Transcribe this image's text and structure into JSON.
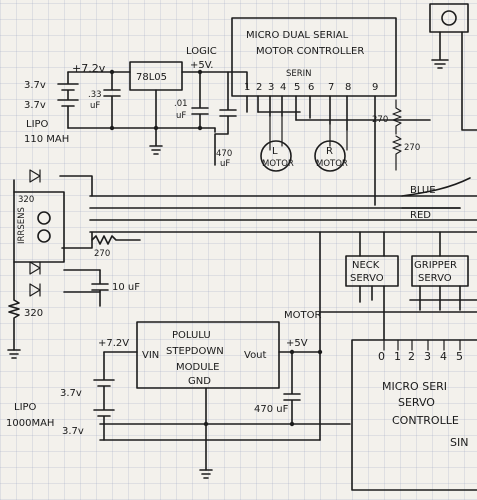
{
  "labels": {
    "battery1_cell1": "3.7v",
    "battery1_cell2": "3.7v",
    "battery1_voltage": "+7.2v",
    "battery1_type": "LIPO",
    "battery1_capacity": "110 MAH",
    "cap_33": ".33",
    "cap_33_unit": "uF",
    "regulator": "78L05",
    "logic_label": "LOGIC",
    "logic_voltage": "+5V.",
    "cap_01": ".01",
    "cap_01_unit": "uF",
    "cap_470a": "470",
    "cap_470a_unit": "uF",
    "mc_title_1": "MICRO DUAL SERIAL",
    "mc_title_2": "MOTOR CONTROLLER",
    "serin": "SERIN",
    "pins": [
      "1",
      "2",
      "3",
      "4",
      "5",
      "6",
      "7",
      "8",
      "9"
    ],
    "motor_l": "L",
    "motor_r": "R",
    "motor_word": "MOTOR",
    "res_270a": "270",
    "res_270b": "270",
    "res_270c": "270",
    "blue": "BLUE",
    "red": "RED",
    "res_320a": "320",
    "res_320b": "320",
    "sensor_vertical": "IRRSENS",
    "cap_10": "10 uF",
    "neck_servo_1": "NECK",
    "neck_servo_2": "SERVO",
    "gripper_1": "GRIPPER",
    "gripper_2": "SERVO",
    "motor_top": "MOTOR",
    "stepdown_1": "POLULU",
    "stepdown_2": "STEPDOWN",
    "stepdown_3": "MODULE",
    "stepdown_gnd": "GND",
    "vin": "VIN",
    "vout": "Vout",
    "plus5v": "+5V",
    "plus72v": "+7.2V",
    "battery2_cell1": "3.7v",
    "battery2_cell2": "3.7v",
    "battery2_type": "LIPO",
    "battery2_capacity": "1000MAH",
    "cap_470b": "470 uF",
    "servo_pins": [
      "0",
      "1",
      "2",
      "3",
      "4",
      "5"
    ],
    "sc_1": "MICRO SERI",
    "sc_2": "SERVO",
    "sc_3": "CONTROLLE",
    "sin": "SIN"
  }
}
